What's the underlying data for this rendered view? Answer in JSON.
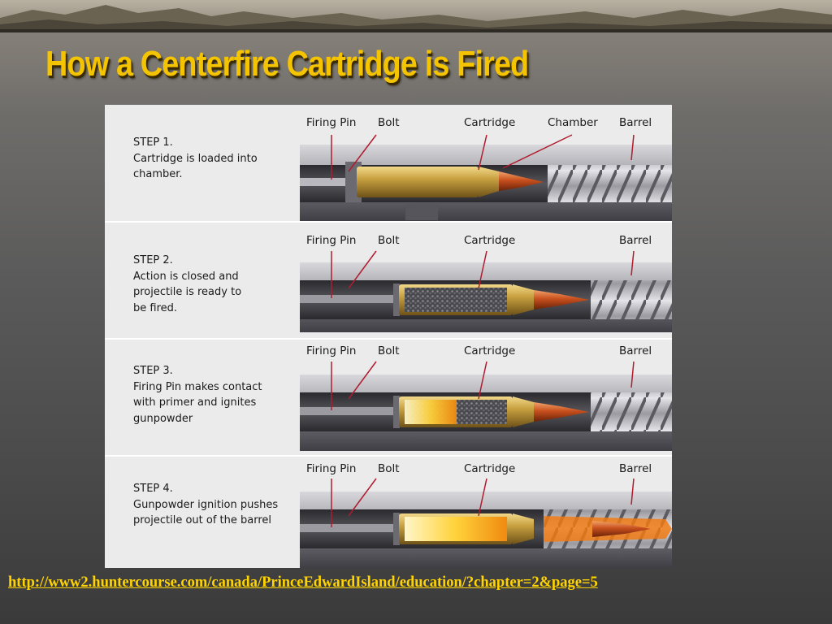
{
  "slide": {
    "title": "How a Centerfire Cartridge is Fired",
    "source_url": "http://www2.huntercourse.com/canada/PrinceEdwardIsland/education/?chapter=2&page=5"
  },
  "panels": [
    {
      "step": "STEP 1.",
      "lines": [
        "Cartridge is loaded into",
        "chamber."
      ],
      "labels": {
        "firing_pin": "Firing Pin",
        "bolt": "Bolt",
        "cartridge": "Cartridge",
        "chamber": "Chamber",
        "barrel": "Barrel"
      }
    },
    {
      "step": "STEP 2.",
      "lines": [
        "Action is closed and",
        "projectile is ready to",
        "be fired."
      ],
      "labels": {
        "firing_pin": "Firing Pin",
        "bolt": "Bolt",
        "cartridge": "Cartridge",
        "barrel": "Barrel"
      }
    },
    {
      "step": "STEP 3.",
      "lines": [
        "Firing Pin makes contact",
        "with primer and ignites",
        "gunpowder"
      ],
      "labels": {
        "firing_pin": "Firing Pin",
        "bolt": "Bolt",
        "cartridge": "Cartridge",
        "barrel": "Barrel"
      }
    },
    {
      "step": "STEP 4.",
      "lines": [
        "Gunpowder ignition pushes",
        "projectile out of the barrel"
      ],
      "labels": {
        "firing_pin": "Firing Pin",
        "bolt": "Bolt",
        "cartridge": "Cartridge",
        "barrel": "Barrel"
      }
    }
  ],
  "colors": {
    "title": "#f5c400",
    "link": "#ffd400",
    "brass": "#c8a040",
    "bullet": "#c8501e",
    "steel": "#8a8a8e",
    "pointer": "#b01c2e"
  }
}
